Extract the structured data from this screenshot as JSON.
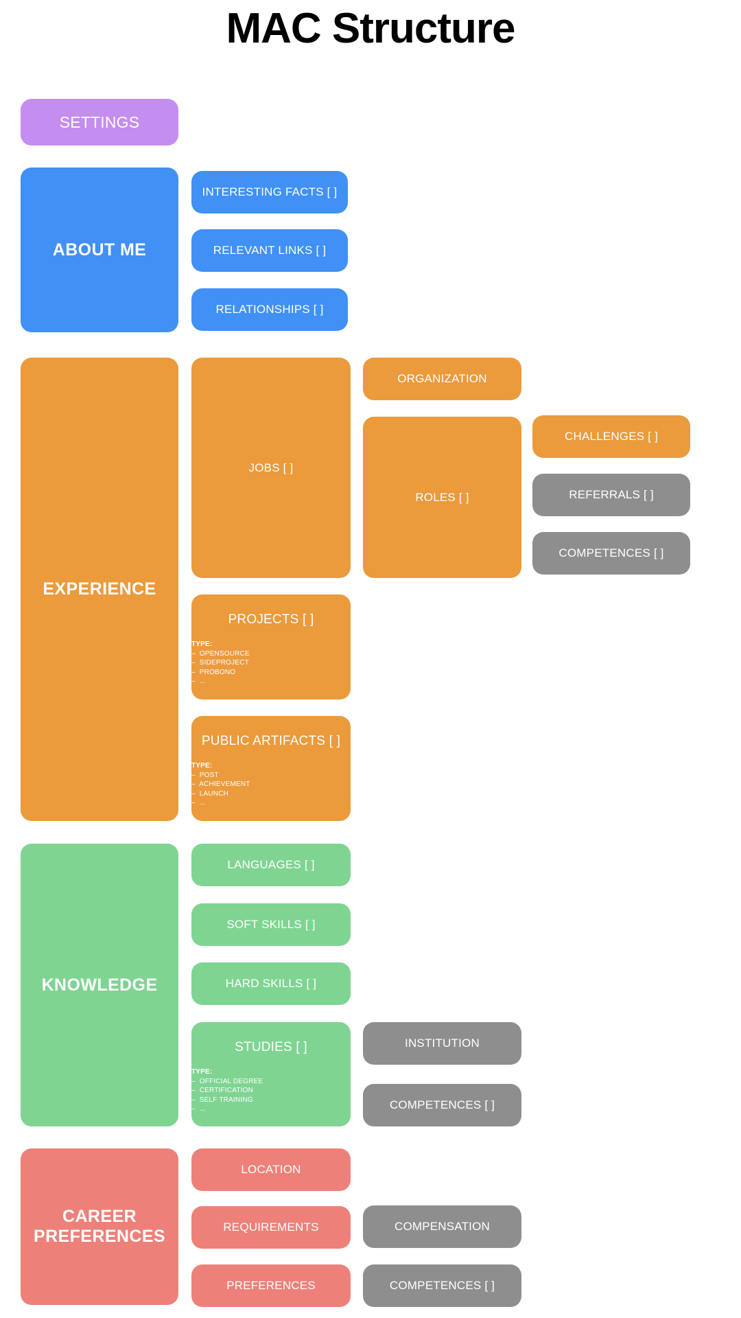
{
  "page": {
    "title": "MAC Structure"
  },
  "colors": {
    "settings": "#c48df0",
    "about_me": "#4090f5",
    "experience": "#eb9a3c",
    "knowledge": "#7fd492",
    "career_preferences": "#ed8179",
    "shared_entity": "#8e8e8e",
    "background": "#ffffff",
    "text_on_block": "#ffffff",
    "title_text": "#000000"
  },
  "type_label": "TYPE:",
  "sections": {
    "settings": {
      "label": "SETTINGS"
    },
    "about_me": {
      "label": "ABOUT ME",
      "children": [
        {
          "label": "INTERESTING FACTS [ ]"
        },
        {
          "label": "RELEVANT LINKS [ ]"
        },
        {
          "label": "RELATIONSHIPS [ ]"
        }
      ]
    },
    "experience": {
      "label": "EXPERIENCE",
      "jobs": {
        "label": "JOBS [ ]"
      },
      "organization": {
        "label": "ORGANIZATION"
      },
      "roles": {
        "label": "ROLES [ ]"
      },
      "challenges": {
        "label": "CHALLENGES [ ]"
      },
      "referrals": {
        "label": "REFERRALS [ ]"
      },
      "competences": {
        "label": "COMPETENCES [ ]"
      },
      "projects": {
        "label": "PROJECTS [ ]",
        "type_label": "TYPE:",
        "types": [
          "OPENSOURCE",
          "SIDEPROJECT",
          "PROBONO",
          "..."
        ]
      },
      "public_artifacts": {
        "label": "PUBLIC ARTIFACTS [ ]",
        "type_label": "TYPE:",
        "types": [
          "POST",
          "ACHIEVEMENT",
          "LAUNCH",
          "..."
        ]
      }
    },
    "knowledge": {
      "label": "KNOWLEDGE",
      "languages": {
        "label": "LANGUAGES [ ]"
      },
      "soft_skills": {
        "label": "SOFT SKILLS [ ]"
      },
      "hard_skills": {
        "label": "HARD SKILLS [ ]"
      },
      "studies": {
        "label": "STUDIES [ ]",
        "type_label": "TYPE:",
        "types": [
          "OFFICIAL DEGREE",
          "CERTIFICATION",
          "SELF TRAINING",
          "..."
        ]
      },
      "institution": {
        "label": "INSTITUTION"
      },
      "competences": {
        "label": "COMPETENCES [ ]"
      }
    },
    "career_preferences": {
      "label": "CAREER PREFERENCES",
      "location": {
        "label": "LOCATION"
      },
      "requirements": {
        "label": "REQUIREMENTS"
      },
      "preferences": {
        "label": "PREFERENCES"
      },
      "compensation": {
        "label": "COMPENSATION"
      },
      "competences": {
        "label": "COMPETENCES [ ]"
      }
    }
  }
}
